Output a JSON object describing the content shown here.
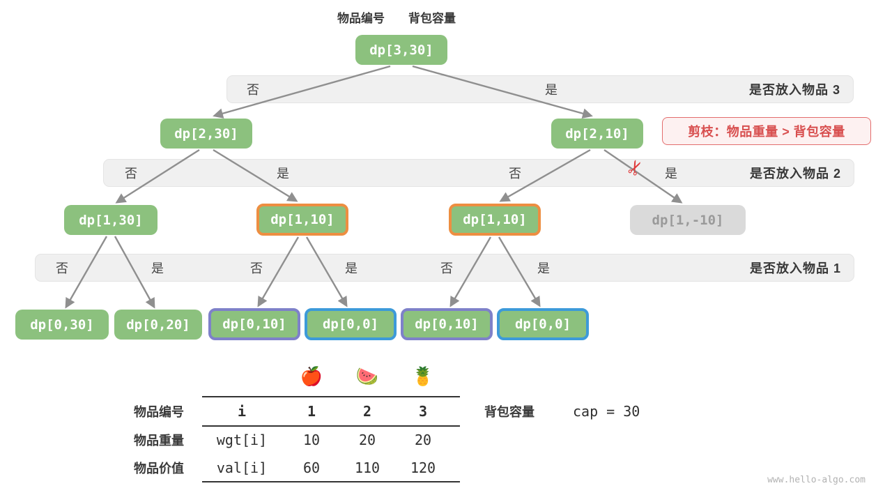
{
  "annotations": {
    "item_number_label": "物品编号",
    "capacity_label": "背包容量",
    "prune_note": "剪枝：物品重量 > 背包容量",
    "scissors_icon": "✂"
  },
  "tree": {
    "root": {
      "label": "dp[3,30]"
    },
    "level2": [
      {
        "label": "dp[2,30]"
      },
      {
        "label": "dp[2,10]"
      }
    ],
    "level3": [
      {
        "label": "dp[1,30]"
      },
      {
        "label": "dp[1,10]"
      },
      {
        "label": "dp[1,10]"
      },
      {
        "label": "dp[1,-10]"
      }
    ],
    "level4": [
      {
        "label": "dp[0,30]"
      },
      {
        "label": "dp[0,20]"
      },
      {
        "label": "dp[0,10]"
      },
      {
        "label": "dp[0,0]"
      },
      {
        "label": "dp[0,10]"
      },
      {
        "label": "dp[0,0]"
      }
    ]
  },
  "decision_bars": [
    {
      "title": "是否放入物品 3",
      "options": [
        {
          "text": "否"
        },
        {
          "text": "是"
        }
      ]
    },
    {
      "title": "是否放入物品 2",
      "options": [
        {
          "text": "否"
        },
        {
          "text": "是"
        },
        {
          "text": "否"
        },
        {
          "text": "是"
        }
      ]
    },
    {
      "title": "是否放入物品 1",
      "options": [
        {
          "text": "否"
        },
        {
          "text": "是"
        },
        {
          "text": "否"
        },
        {
          "text": "是"
        },
        {
          "text": "否"
        },
        {
          "text": "是"
        }
      ]
    }
  ],
  "table": {
    "fruit_icons": [
      "🍎",
      "🍉",
      "🍍"
    ],
    "rows": [
      {
        "label": "物品编号",
        "cells": [
          "i",
          "1",
          "2",
          "3"
        ]
      },
      {
        "label": "物品重量",
        "cells": [
          "wgt[i]",
          "10",
          "20",
          "20"
        ]
      },
      {
        "label": "物品价值",
        "cells": [
          "val[i]",
          "60",
          "110",
          "120"
        ]
      }
    ],
    "capacity": {
      "label": "背包容量",
      "value": "cap = 30"
    }
  },
  "colors": {
    "node_green": "#8cc17e",
    "border_orange": "#ed8e41",
    "border_purple": "#7e81c9",
    "border_blue": "#3d9ad9",
    "pruned_gray": "#dadada",
    "prune_red": "#d84f4f",
    "arrow_gray": "#8f8f8f"
  },
  "page": {
    "watermark": "www.hello-algo.com"
  }
}
